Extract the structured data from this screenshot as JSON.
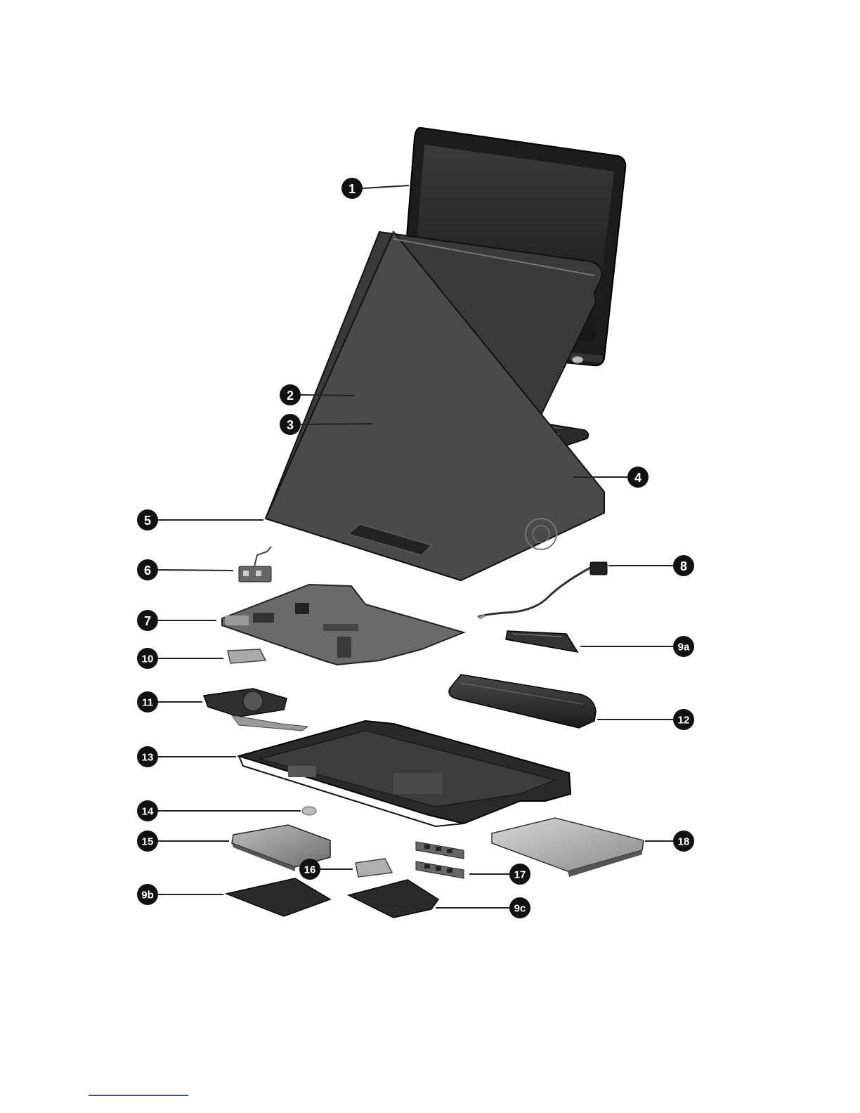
{
  "callouts": [
    {
      "id": "c1",
      "label": "1"
    },
    {
      "id": "c2",
      "label": "2"
    },
    {
      "id": "c3",
      "label": "3"
    },
    {
      "id": "c4",
      "label": "4"
    },
    {
      "id": "c5",
      "label": "5"
    },
    {
      "id": "c6",
      "label": "6"
    },
    {
      "id": "c7",
      "label": "7"
    },
    {
      "id": "c8",
      "label": "8"
    },
    {
      "id": "c9a",
      "label": "9a"
    },
    {
      "id": "c10",
      "label": "10"
    },
    {
      "id": "c11",
      "label": "11"
    },
    {
      "id": "c12",
      "label": "12"
    },
    {
      "id": "c13",
      "label": "13"
    },
    {
      "id": "c14",
      "label": "14"
    },
    {
      "id": "c15",
      "label": "15"
    },
    {
      "id": "c16",
      "label": "16"
    },
    {
      "id": "c17",
      "label": "17"
    },
    {
      "id": "c18",
      "label": "18"
    },
    {
      "id": "c9b",
      "label": "9b"
    },
    {
      "id": "c9c",
      "label": "9c"
    }
  ],
  "colors": {
    "callout_fill": "#111111",
    "callout_text": "#ffffff",
    "leader_line": "#222222",
    "part_dark": "#1e1e1e",
    "part_mid": "#4a4a4a",
    "part_light": "#9a9a9a",
    "screen": "#2b2b2b",
    "footer_rule": "#3a46a8"
  }
}
